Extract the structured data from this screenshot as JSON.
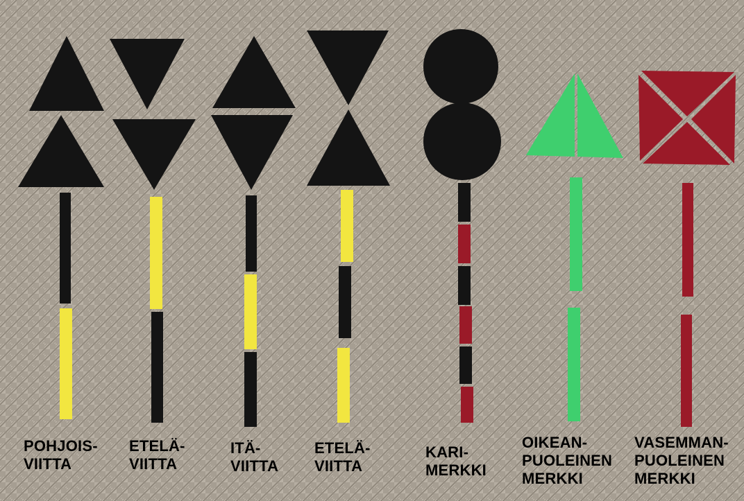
{
  "colors": {
    "board": "#a39b8f",
    "black": "#141414",
    "yellow": "#f2e640",
    "red": "#9a1a28",
    "green": "#3fcf6e",
    "label_text": "#000000"
  },
  "markers": [
    {
      "id": "pohjoisviitta",
      "label_lines": [
        "POHJOIS-",
        "VIITTA"
      ],
      "topmark": "two-triangles-pointing-up",
      "pole_bands": [
        "black",
        "yellow"
      ]
    },
    {
      "id": "etelaviitta-1",
      "label_lines": [
        "ETELÄ-",
        "VIITTA"
      ],
      "topmark": "two-triangles-pointing-down",
      "pole_bands": [
        "yellow",
        "black"
      ]
    },
    {
      "id": "itaviitta",
      "label_lines": [
        "ITÄ-",
        "VIITTA"
      ],
      "topmark": "triangles-base-to-base",
      "pole_bands": [
        "black",
        "yellow",
        "black"
      ]
    },
    {
      "id": "etelaviitta-2",
      "label_lines": [
        "ETELÄ-",
        "VIITTA"
      ],
      "topmark": "triangles-point-to-point",
      "pole_bands": [
        "yellow",
        "black",
        "yellow"
      ]
    },
    {
      "id": "karimerkki",
      "label_lines": [
        "KARI-",
        "MERKKI"
      ],
      "topmark": "two-black-spheres",
      "pole_bands": [
        "black",
        "red",
        "black",
        "red",
        "black",
        "red"
      ]
    },
    {
      "id": "oikeanpuoleinen",
      "label_lines": [
        "OIKEAN-",
        "PUOLEINEN",
        "MERKKI"
      ],
      "topmark": "green-triangle",
      "pole_bands": [
        "green",
        "green"
      ]
    },
    {
      "id": "vasemmanpuoleinen",
      "label_lines": [
        "VASEMMAN-",
        "PUOLEINEN",
        "MERKKI"
      ],
      "topmark": "red-square",
      "pole_bands": [
        "red",
        "red"
      ]
    }
  ]
}
